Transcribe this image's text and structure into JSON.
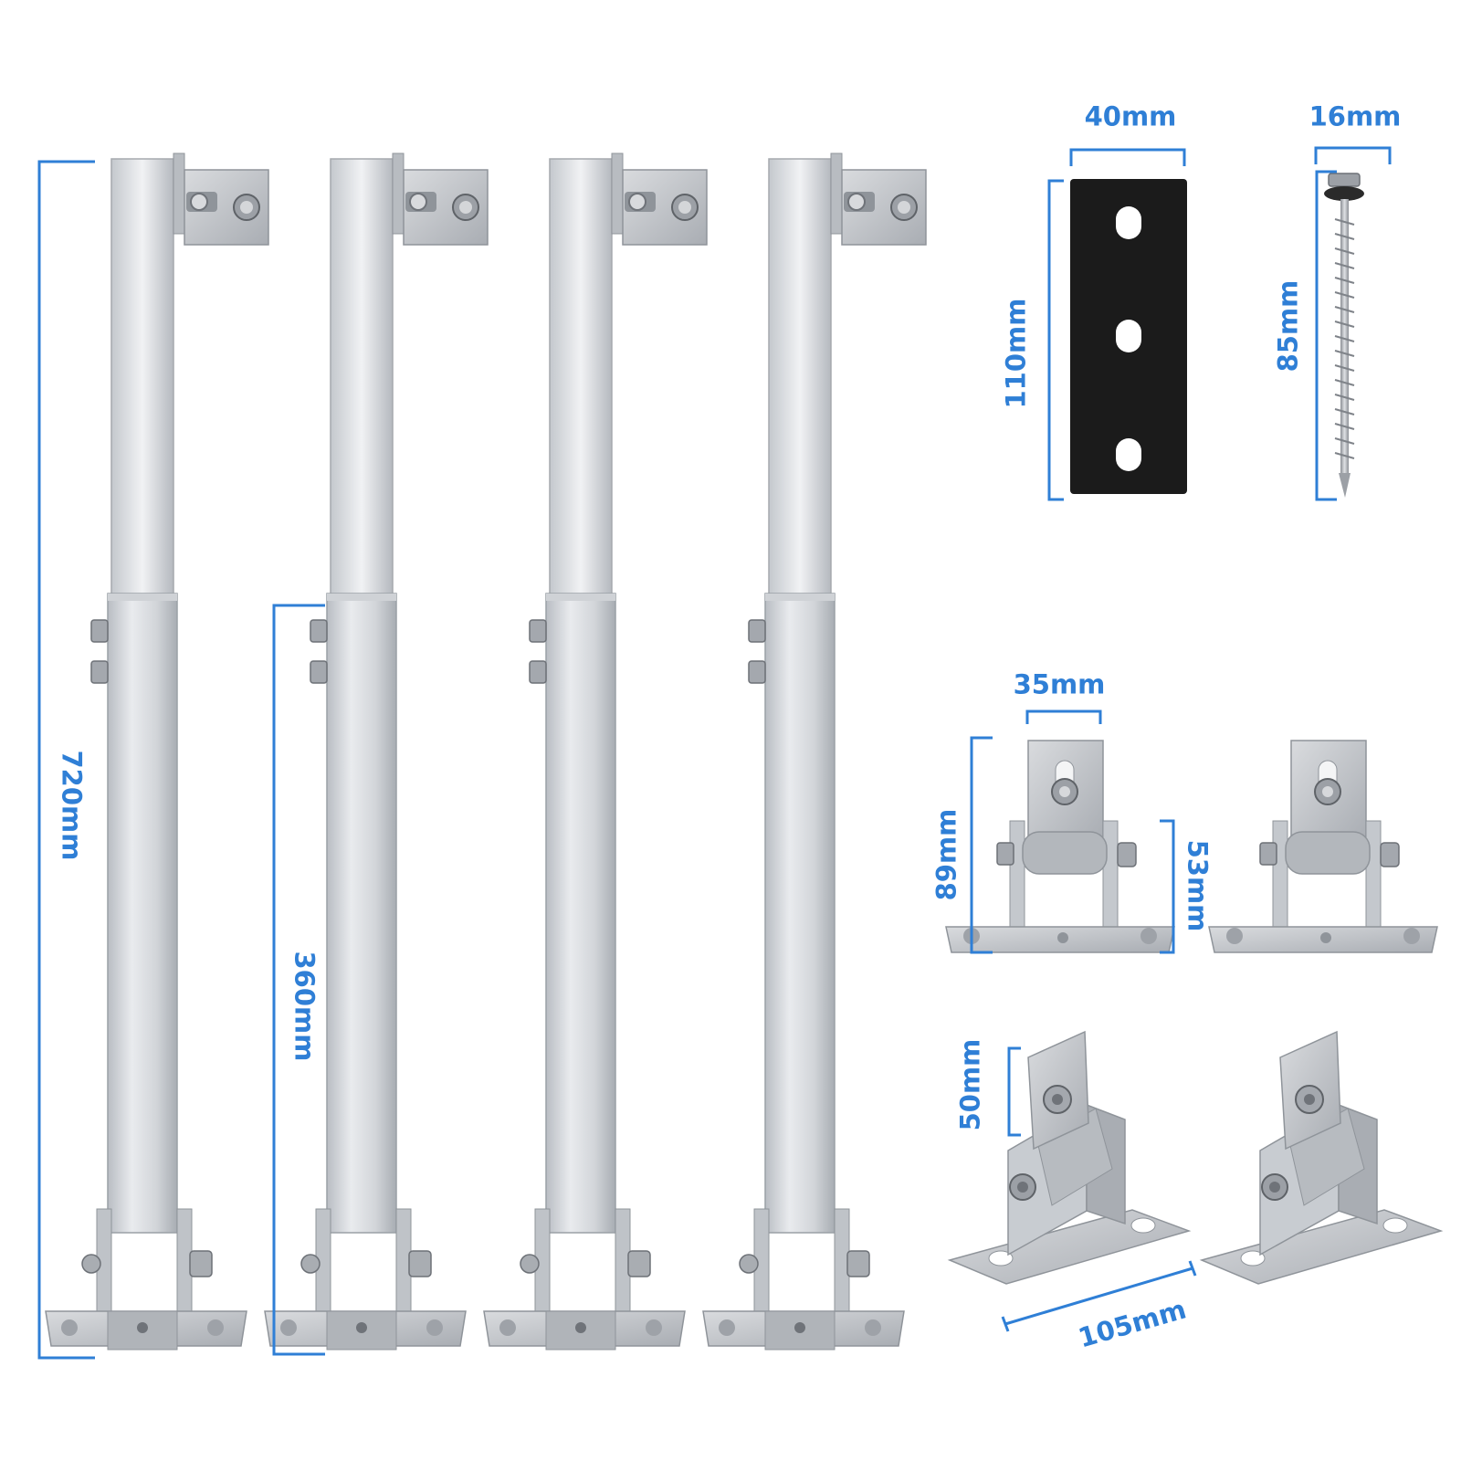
{
  "colors": {
    "dimension": "#2f7fd6",
    "metal_light": "#e4e6e9",
    "metal_mid": "#c6c9ce",
    "metal_dark": "#9ea3a9",
    "rubber_pad": "#1b1b1b"
  },
  "labels": {
    "leg_full_height": "720mm",
    "leg_lower_section": "360mm",
    "pad_width": "40mm",
    "pad_height": "110mm",
    "screw_head": "16mm",
    "screw_length": "85mm",
    "hinge_width": "35mm",
    "hinge_height": "89mm",
    "hinge_base_height": "53mm",
    "bracket_tab": "50mm",
    "bracket_length": "105mm"
  }
}
